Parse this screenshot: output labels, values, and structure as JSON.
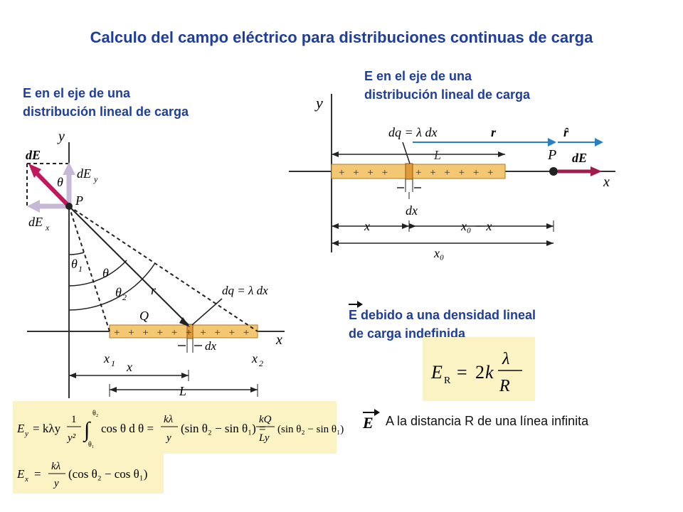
{
  "title": "Calculo del campo eléctrico para distribuciones continuas de carga",
  "left_heading": [
    "E en el eje de una",
    "distribución lineal de carga"
  ],
  "right_heading": [
    "E en el eje de una",
    "distribución lineal de carga"
  ],
  "infinite_heading": [
    "E debido a una densidad lineal",
    "de carga indefinida"
  ],
  "infinite_caption": "A la distancia R de una línea infinita",
  "left_diagram": {
    "axis_y": "y",
    "axis_x": "x",
    "point": "P",
    "dE": "dE",
    "dEy": "dE",
    "dEy_sub": "y",
    "dEx": "dE",
    "dEx_sub": "x",
    "theta": "θ",
    "theta1": "θ",
    "theta1_sub": "1",
    "theta2": "θ",
    "theta2_sub": "2",
    "r": "r",
    "dq": "dq = λ dx",
    "Q": "Q",
    "dx": "dx",
    "x1": "x",
    "x1_sub": "1",
    "x2": "x",
    "x2_sub": "2",
    "x": "x",
    "L": "L",
    "charges": "+ + + + + + + + + +"
  },
  "right_diagram": {
    "axis_y": "y",
    "axis_x": "x",
    "dq": "dq = λ dx",
    "r_vec": "r",
    "r_hat": "r̂",
    "L": "L",
    "P": "P",
    "dE": "dE",
    "dx": "dx",
    "x": "x",
    "x0_minus_x": "x₀ − x",
    "x0": "x₀",
    "charges_left": "+ + + +",
    "charges_right": "+ + + + + +"
  },
  "equations": {
    "Ey": "E_y = kλy (1/y²) ∫ cos θ dθ = (kλ/y)(sin θ₂ − sin θ₁) = (kQ/Ly)(sin θ₂ − sin θ₁)",
    "Ex": "E_x = (kλ/y)(cos θ₂ − cos θ₁)",
    "ER": "E_R = 2k λ/R"
  },
  "colors": {
    "heading": "#1f3d9c",
    "field_arrow": "#c0185c",
    "component_arrow": "#c8b8d8",
    "rod": "#f4c773",
    "highlight": "#fbf3c3",
    "vector_arrow": "#2a7fc4"
  }
}
